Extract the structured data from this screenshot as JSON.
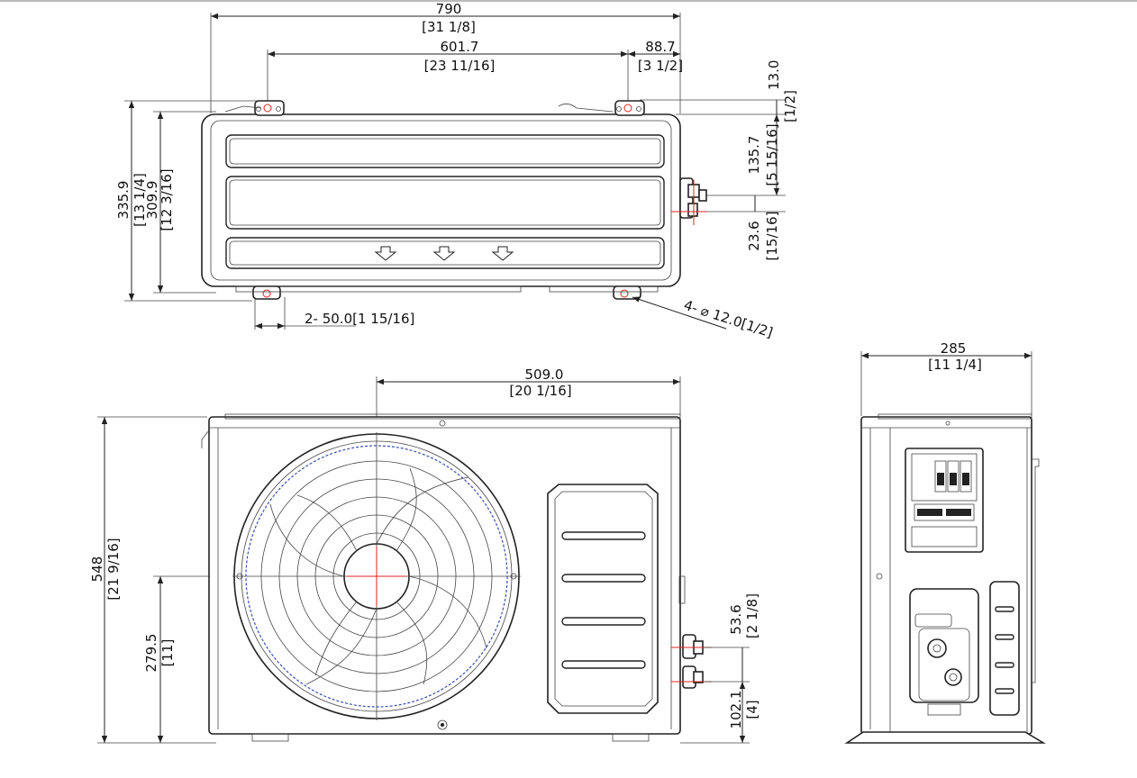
{
  "top_view": {
    "width_mm": "790",
    "width_in": "[31 1/8]",
    "mount_span_mm": "601.7",
    "mount_span_in": "[23 11/16]",
    "edge_offset_mm": "88.7",
    "edge_offset_in": "[3 1/2]",
    "top_offset_mm": "13.0",
    "top_offset_in": "[1/2]",
    "valve_upper_mm": "135.7",
    "valve_upper_in": "[5 15/16]",
    "valve_gap_mm": "23.6",
    "valve_gap_in": "[15/16]",
    "overall_depth_mm": "335.9",
    "overall_depth_in": "[13 1/4]",
    "body_depth_mm": "309.9",
    "body_depth_in": "[12 3/16]",
    "slot_note": "2- 50.0[1 15/16]",
    "hole_note": "4- ⌀ 12.0[1/2]"
  },
  "front_view": {
    "fan_offset_mm": "509.0",
    "fan_offset_in": "[20 1/16]",
    "height_mm": "548",
    "height_in": "[21 9/16]",
    "fan_center_mm": "279.5",
    "fan_center_in": "[11]",
    "valve_gap_mm": "53.6",
    "valve_gap_in": "[2 1/8]",
    "valve_low_mm": "102.1",
    "valve_low_in": "[4]"
  },
  "side_view": {
    "depth_mm": "285",
    "depth_in": "[11 1/4]"
  }
}
